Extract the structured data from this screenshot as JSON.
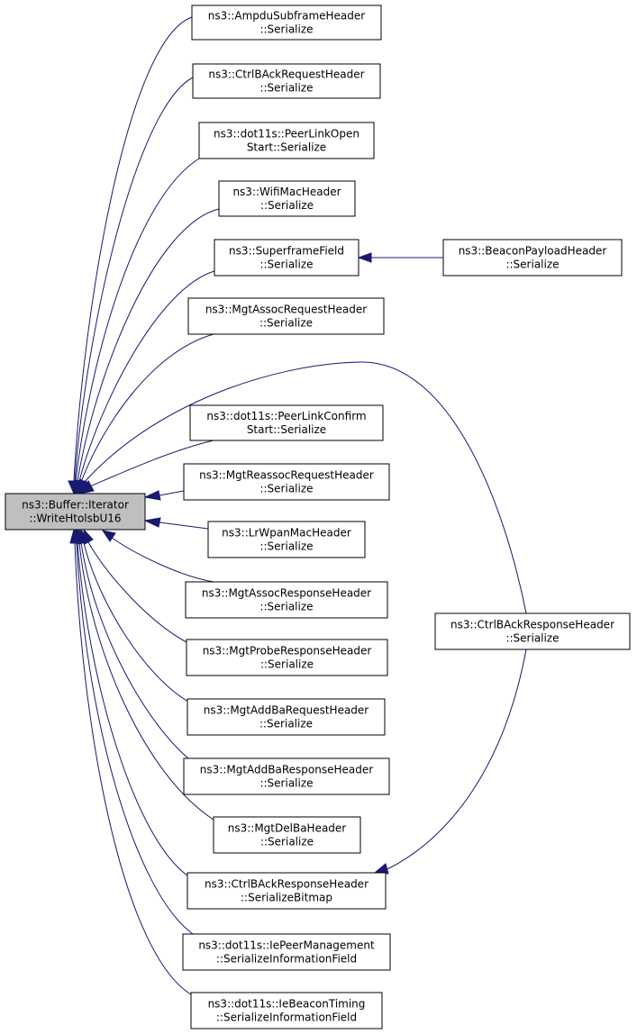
{
  "nodes": {
    "root": [
      "ns3::Buffer::Iterator",
      "::WriteHtolsbU16"
    ],
    "ampdu": [
      "ns3::AmpduSubframeHeader",
      "::Serialize"
    ],
    "ctrlback_req": [
      "ns3::CtrlBAckRequestHeader",
      "::Serialize"
    ],
    "peerlink_open": [
      "ns3::dot11s::PeerLinkOpen",
      "Start::Serialize"
    ],
    "wifimac": [
      "ns3::WifiMacHeader",
      "::Serialize"
    ],
    "superframe": [
      "ns3::SuperframeField",
      "::Serialize"
    ],
    "beacon_payload": [
      "ns3::BeaconPayloadHeader",
      "::Serialize"
    ],
    "mgt_assoc_req": [
      "ns3::MgtAssocRequestHeader",
      "::Serialize"
    ],
    "peerlink_confirm": [
      "ns3::dot11s::PeerLinkConfirm",
      "Start::Serialize"
    ],
    "mgt_reassoc_req": [
      "ns3::MgtReassocRequestHeader",
      "::Serialize"
    ],
    "lrwpan": [
      "ns3::LrWpanMacHeader",
      "::Serialize"
    ],
    "mgt_assoc_resp": [
      "ns3::MgtAssocResponseHeader",
      "::Serialize"
    ],
    "mgt_probe_resp": [
      "ns3::MgtProbeResponseHeader",
      "::Serialize"
    ],
    "mgt_addba_req": [
      "ns3::MgtAddBaRequestHeader",
      "::Serialize"
    ],
    "mgt_addba_resp": [
      "ns3::MgtAddBaResponseHeader",
      "::Serialize"
    ],
    "mgt_delba": [
      "ns3::MgtDelBaHeader",
      "::Serialize"
    ],
    "ctrlback_resp_bitmap": [
      "ns3::CtrlBAckResponseHeader",
      "::SerializeBitmap"
    ],
    "ie_peer_mgmt": [
      "ns3::dot11s::IePeerManagement",
      "::SerializeInformationField"
    ],
    "ie_beacon_timing": [
      "ns3::dot11s::IeBeaconTiming",
      "::SerializeInformationField"
    ],
    "ctrlback_resp": [
      "ns3::CtrlBAckResponseHeader",
      "::Serialize"
    ]
  },
  "edges": [
    [
      "ampdu",
      "root"
    ],
    [
      "ctrlback_req",
      "root"
    ],
    [
      "peerlink_open",
      "root"
    ],
    [
      "wifimac",
      "root"
    ],
    [
      "superframe",
      "root"
    ],
    [
      "beacon_payload",
      "superframe"
    ],
    [
      "mgt_assoc_req",
      "root"
    ],
    [
      "ctrlback_resp",
      "root"
    ],
    [
      "peerlink_confirm",
      "root"
    ],
    [
      "mgt_reassoc_req",
      "root"
    ],
    [
      "lrwpan",
      "root"
    ],
    [
      "mgt_assoc_resp",
      "root"
    ],
    [
      "mgt_probe_resp",
      "root"
    ],
    [
      "mgt_addba_req",
      "root"
    ],
    [
      "mgt_addba_resp",
      "root"
    ],
    [
      "mgt_delba",
      "root"
    ],
    [
      "ctrlback_resp_bitmap",
      "root"
    ],
    [
      "ctrlback_resp",
      "ctrlback_resp_bitmap"
    ],
    [
      "ie_peer_mgmt",
      "root"
    ],
    [
      "ie_beacon_timing",
      "root"
    ]
  ],
  "colors": {
    "edge": "#191970",
    "focus_fill": "#bfbfbf",
    "node_fill": "#ffffff",
    "node_border": "#000000"
  }
}
